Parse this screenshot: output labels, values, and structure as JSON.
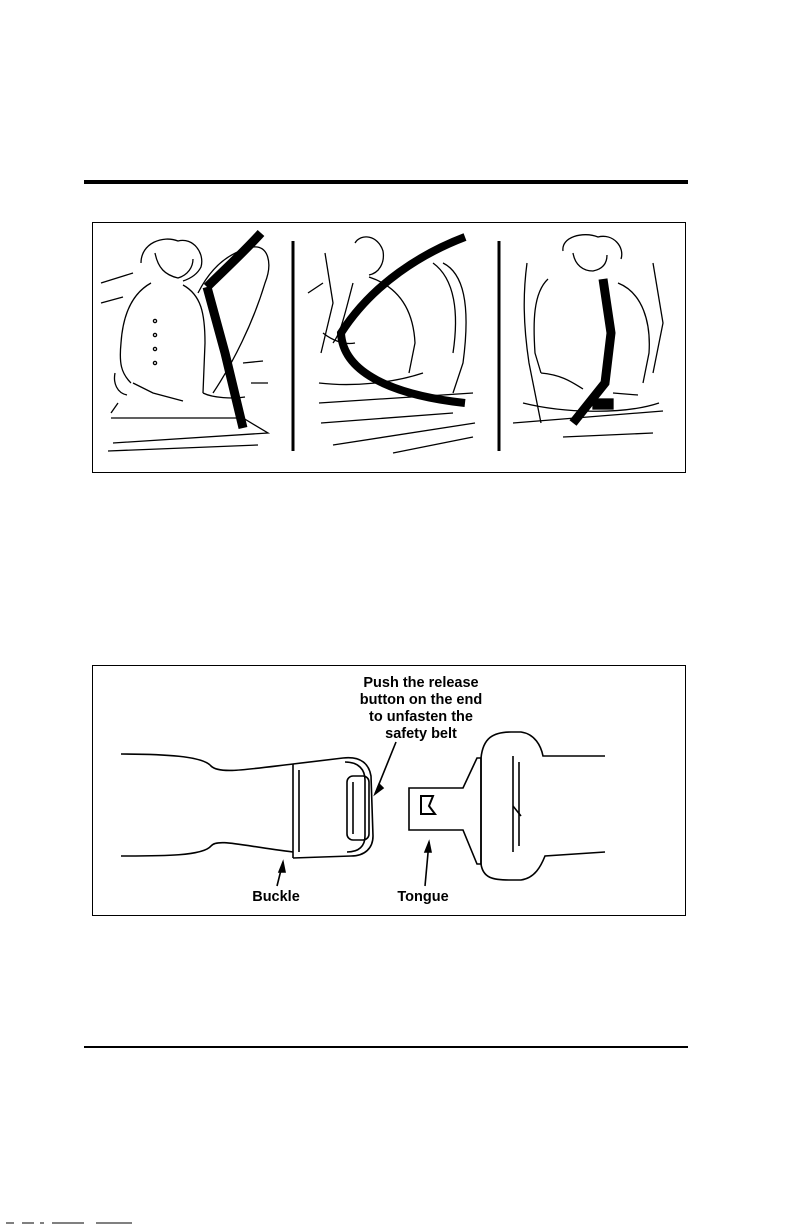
{
  "figure_2": {
    "release_callout": [
      "Push the release",
      "button on the end",
      "to unfasten the",
      "safety belt"
    ],
    "buckle_label": "Buckle",
    "tongue_label": "Tongue"
  }
}
